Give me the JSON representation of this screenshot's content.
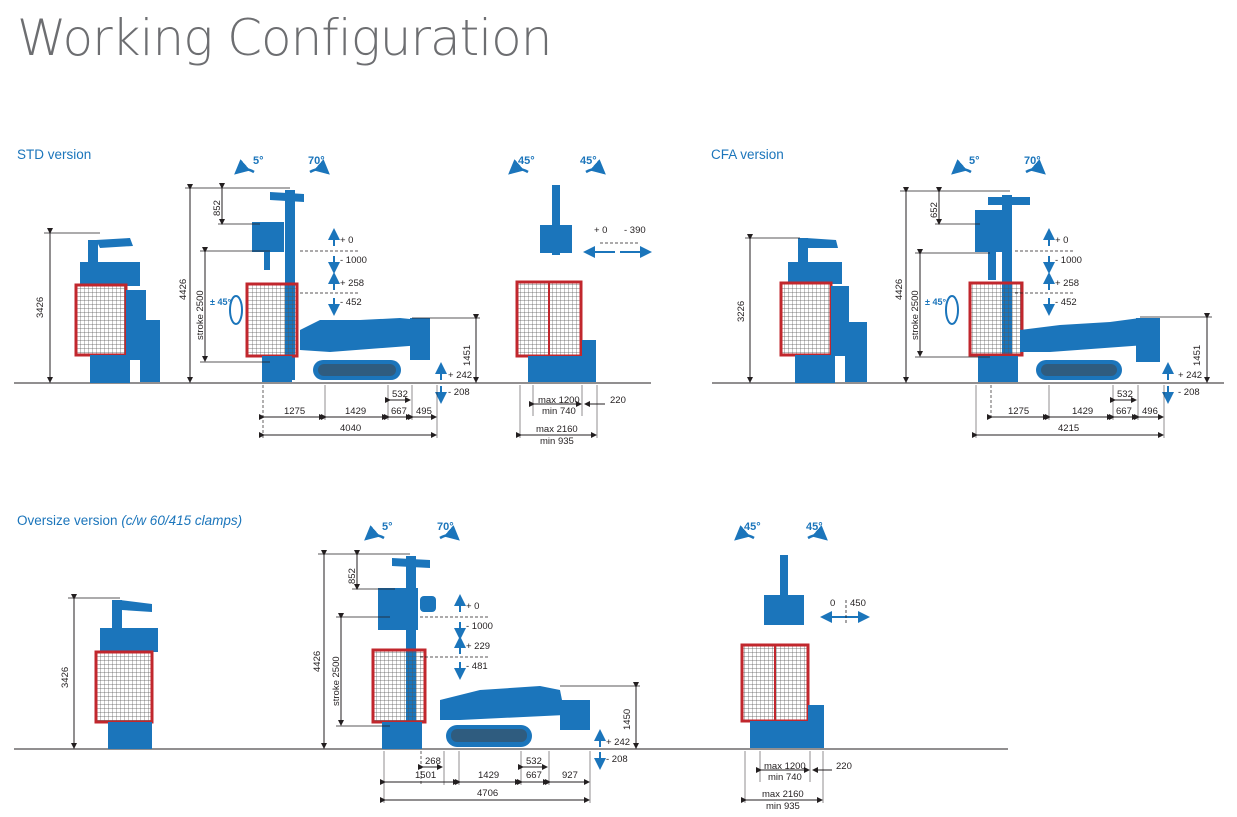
{
  "title": "Working Configuration",
  "colors": {
    "machine_blue": "#1b75bb",
    "cage_red": "#c1272d",
    "dimension_line": "#231f20",
    "title_gray": "#6d6e71"
  },
  "sections": {
    "std": {
      "label": "STD version",
      "side": {
        "total_height": "4426",
        "head_height": "852",
        "stroke": "stroke 2500",
        "rotation": "± 45°",
        "angle_left": "5°",
        "angle_right": "70°",
        "up_1": "+ 0",
        "down_1": "- 1000",
        "up_2": "+ 258",
        "down_2": "- 452",
        "body_height": "1451",
        "track_up": "+ 242",
        "track_down": "- 208",
        "d1": "1275",
        "d2": "1429",
        "d3": "532",
        "d4": "667",
        "d5": "495",
        "total_length": "4040"
      },
      "rear": {
        "height": "3426"
      },
      "front": {
        "angle_left": "45°",
        "angle_right": "45°",
        "shift_right_a": "+ 0",
        "shift_right_b": "- 390",
        "max_width": "max 1200",
        "min_width": "min 740",
        "offset": "220",
        "max_track": "max 2160",
        "min_track": "min 935"
      }
    },
    "cfa": {
      "label": "CFA version",
      "side": {
        "total_height": "4426",
        "head_height": "652",
        "stroke": "stroke 2500",
        "rotation": "± 45°",
        "angle_left": "5°",
        "angle_right": "70°",
        "up_1": "+ 0",
        "down_1": "- 1000",
        "up_2": "+ 258",
        "down_2": "- 452",
        "body_height": "1451",
        "track_up": "+ 242",
        "track_down": "- 208",
        "d1": "1275",
        "d2": "1429",
        "d3": "532",
        "d4": "667",
        "d5": "496",
        "total_length": "4215"
      },
      "rear": {
        "height": "3226"
      }
    },
    "oversize": {
      "label": "Oversize version",
      "label_note": "(c/w 60/415 clamps)",
      "side": {
        "total_height": "4426",
        "head_height": "852",
        "stroke": "stroke 2500",
        "angle_left": "5°",
        "angle_right": "70°",
        "up_1": "+ 0",
        "down_1": "- 1000",
        "up_2": "+ 229",
        "down_2": "- 481",
        "body_height": "1450",
        "track_up": "+ 242",
        "track_down": "- 208",
        "d0": "268",
        "d1": "1501",
        "d2": "1429",
        "d3": "532",
        "d4": "667",
        "d5": "927",
        "total_length": "4706"
      },
      "rear": {
        "height": "3426"
      },
      "front": {
        "angle_left": "45°",
        "angle_right": "45°",
        "shift_a": "0",
        "shift_b": "450",
        "max_width": "max 1200",
        "min_width": "min 740",
        "offset": "220",
        "max_track": "max 2160",
        "min_track": "min 935"
      }
    }
  }
}
